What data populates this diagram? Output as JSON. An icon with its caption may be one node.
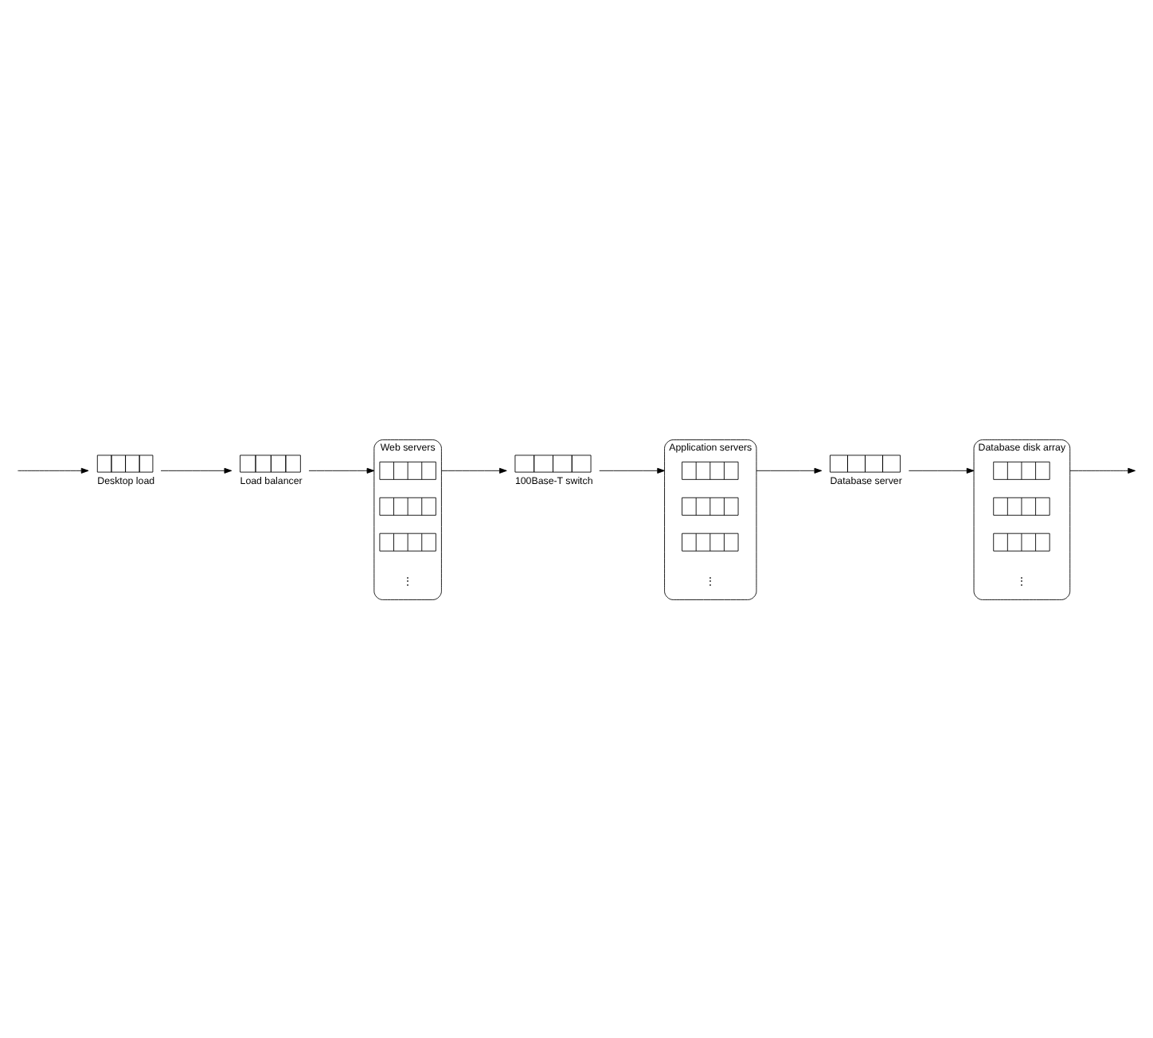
{
  "diagram": {
    "nodes": [
      {
        "text": [],
        "shape": "queue",
        "beside": [
          "Desktop load"
        ]
      },
      {
        "text": [],
        "shape": "queue",
        "beside": [
          "Load balancer"
        ]
      },
      {
        "text": [
          "Web servers"
        ]
      },
      {
        "text": [],
        "shape": "queue",
        "in": 2
      },
      {
        "text": [],
        "shape": "queue",
        "in": 2
      },
      {
        "text": [],
        "shape": "queue",
        "in": 2
      },
      {
        "text": [],
        "shape": "queue",
        "beside": [
          "100Base-T switch"
        ]
      },
      {
        "text": [
          "Application servers"
        ]
      },
      {
        "text": [],
        "shape": "queue",
        "in": 7
      },
      {
        "text": [],
        "shape": "queue",
        "in": 7
      },
      {
        "text": [],
        "shape": "queue",
        "in": 7
      },
      {
        "text": [],
        "shape": "queue",
        "beside": [
          "Database server"
        ]
      },
      {
        "text": [
          "Database disk array"
        ]
      },
      {
        "text": [],
        "shape": "queue",
        "in": 12
      },
      {
        "text": [],
        "shape": "queue",
        "in": 12
      },
      {
        "text": [],
        "shape": "queue",
        "in": 12
      }
    ],
    "edges": [
      {
        "from": null,
        "to": 0,
        "arrow": "to"
      },
      {
        "from": 0,
        "to": 1,
        "arrow": "to"
      },
      {
        "from": 1,
        "to": 2,
        "arrow": "to"
      },
      {
        "from": 2,
        "to": 6,
        "arrow": "to"
      },
      {
        "from": 6,
        "to": 7,
        "arrow": "to"
      },
      {
        "from": 7,
        "to": 11,
        "arrow": "to"
      },
      {
        "from": 11,
        "to": 12,
        "arrow": "to"
      },
      {
        "from": 12,
        "to": null,
        "arrow": "to"
      }
    ],
    "labels": [
      "⋮",
      "⋮",
      "⋮"
    ]
  }
}
